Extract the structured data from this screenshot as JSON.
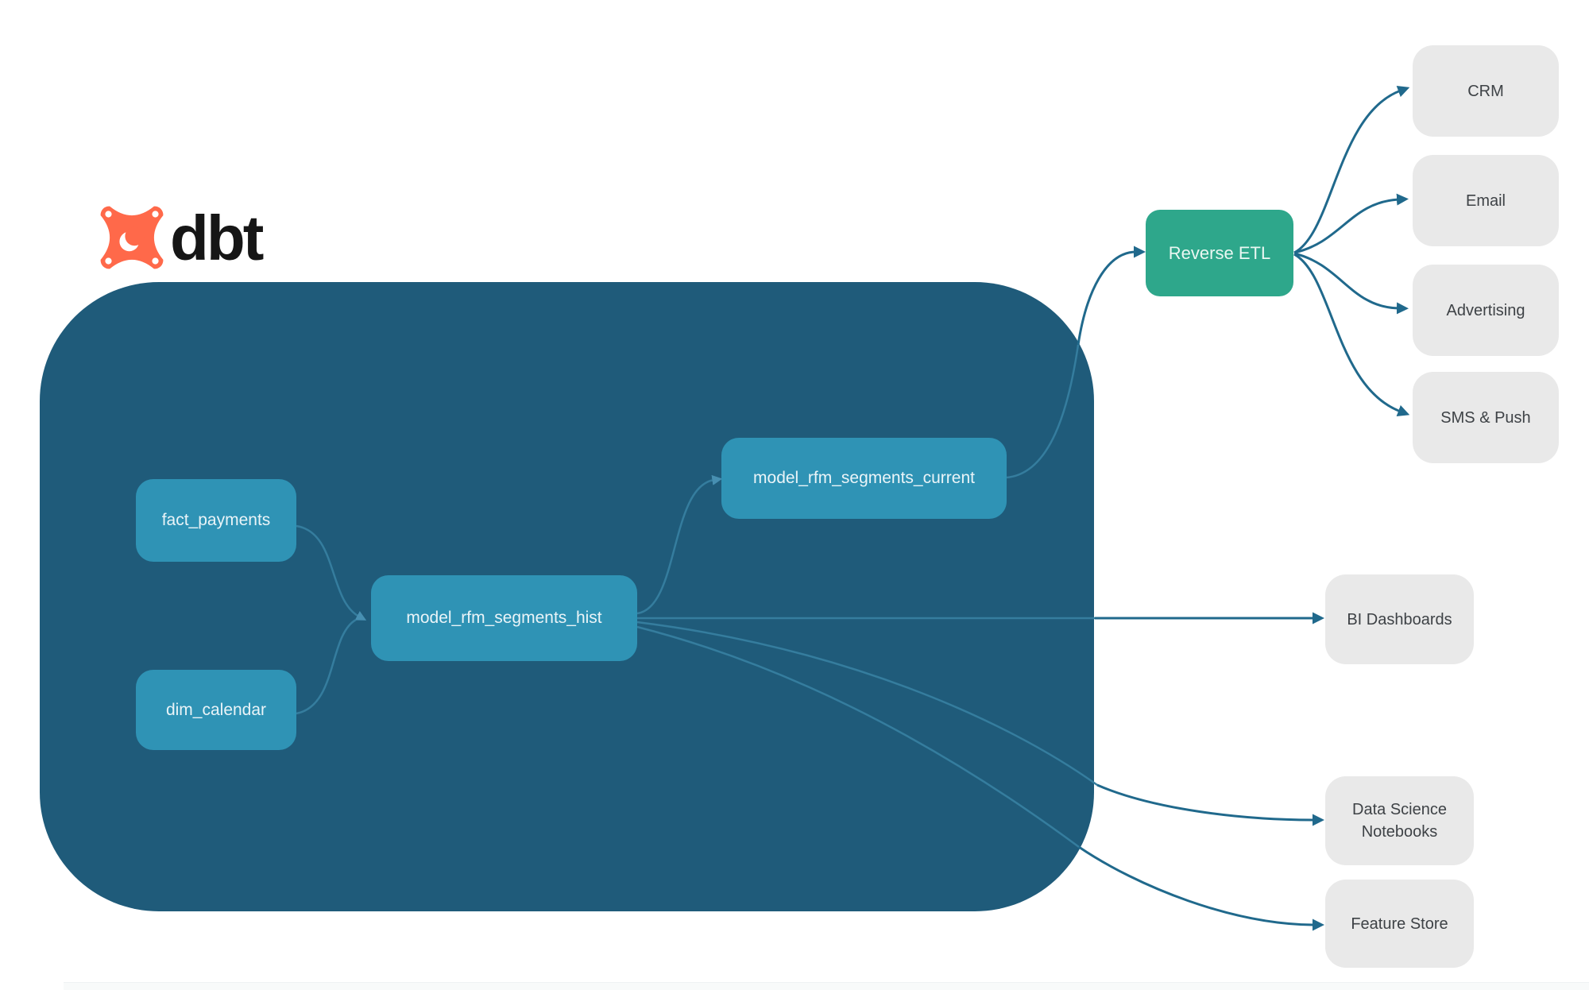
{
  "brand": {
    "name": "dbt"
  },
  "warehouse": {
    "sources": [
      {
        "label": "fact_payments"
      },
      {
        "label": "dim_calendar"
      }
    ],
    "models": [
      {
        "label": "model_rfm_segments_hist"
      },
      {
        "label": "model_rfm_segments_current"
      }
    ]
  },
  "reverse_etl": {
    "label": "Reverse ETL"
  },
  "activation_destinations": [
    {
      "label": "CRM"
    },
    {
      "label": "Email"
    },
    {
      "label": "Advertising"
    },
    {
      "label": "SMS & Push"
    }
  ],
  "analytics_consumers": [
    {
      "label": "BI Dashboards"
    },
    {
      "label": "Data Science Notebooks"
    },
    {
      "label": "Feature Store"
    }
  ],
  "icons": [
    {
      "name": "dbt-logo-icon",
      "description": "orange four-lobed dbt star with white corner dots and white crescent"
    }
  ],
  "colors": {
    "container": "#1f5b7a",
    "model_node": "#2f93b5",
    "reverse_etl_green": "#2ea78b",
    "destination_node": "#e9e9e9",
    "edge_dark": "#20698c",
    "edge_light": "#357d9e",
    "edge_light_head": "#478fb1",
    "brand_orange": "#ff694a",
    "node_text_light": "#eaf4f8",
    "destination_text": "#3e4246"
  }
}
